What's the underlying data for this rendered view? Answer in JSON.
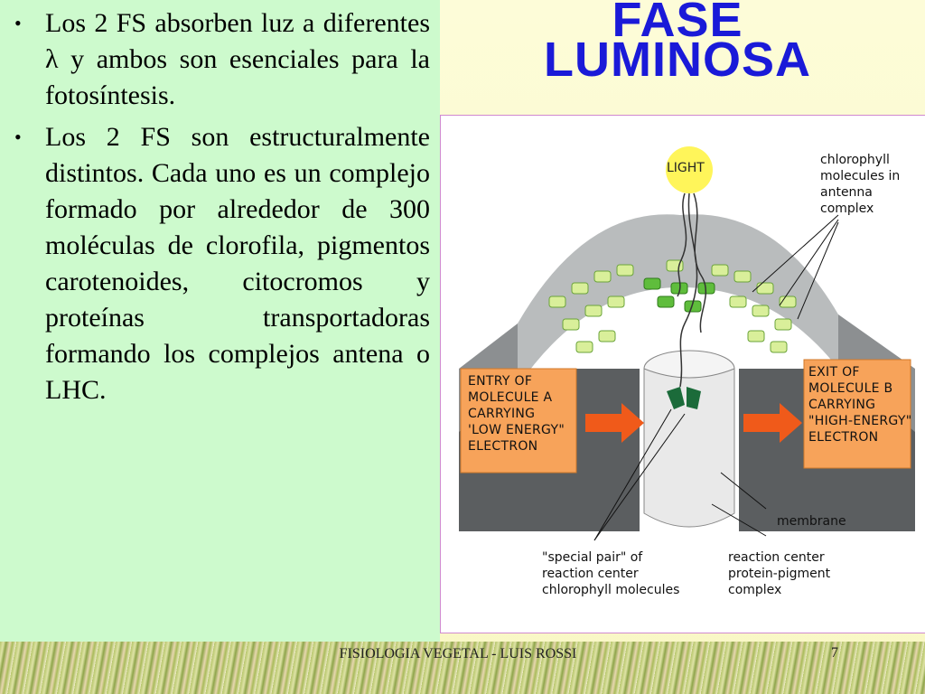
{
  "title": {
    "line1": "FASE",
    "line2": "LUMINOSA"
  },
  "bullets": [
    {
      "marker": "•",
      "text": "Los 2 FS  absorben luz a diferentes λ y ambos son esenciales para la fotosíntesis."
    },
    {
      "marker": "•",
      "text": "Los 2 FS son estructuralmente distintos. Cada uno es un complejo formado por alrededor de 300 moléculas de clorofila, pigmentos carotenoides, citocromos y proteínas transportadoras formando los  complejos antena o LHC."
    }
  ],
  "figure": {
    "light": "LIGHT",
    "chlorophyll": "chlorophyll\nmolecules in\nantenna\ncomplex",
    "entry": "ENTRY OF\nMOLECULE A\nCARRYING\n'LOW ENERGY\"\nELECTRON",
    "exit": "EXIT OF\nMOLECULE B\nCARRYING\n\"HIGH-ENERGY\"\nELECTRON",
    "membrane": "membrane",
    "special_pair": "\"special pair\" of\nreaction center\nchlorophyll molecules",
    "reaction_center": "reaction center\nprotein-pigment\ncomplex"
  },
  "footer": {
    "text": "FISIOLOGIA VEGETAL - LUIS ROSSI",
    "page": "7"
  },
  "colors": {
    "title": "#1a1ad8",
    "panel": "#cdfacd",
    "orange_box": "#f7a35a",
    "arrow": "#f05a1a",
    "green_cell": "#5fbd3c"
  }
}
